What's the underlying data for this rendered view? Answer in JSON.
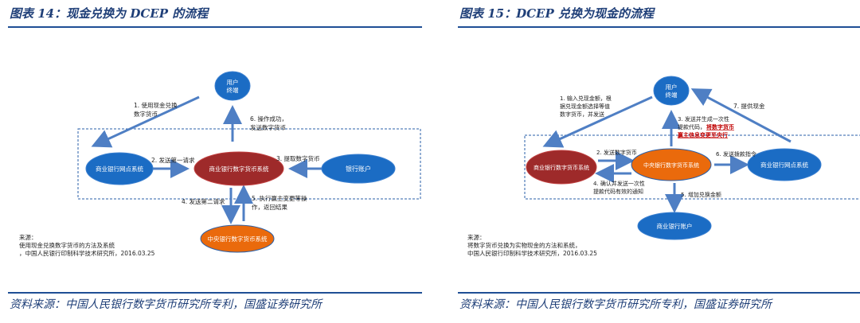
{
  "left": {
    "title": "图表 14：现金兑换为 DCEP 的流程",
    "source": "资料来源：中国人民银行数字货币研究所专利，国盛证券研究所",
    "nodes": {
      "user": "用户\n终端",
      "commercial_bank": "商业银行网点系统",
      "commercial_dc": "商业银行数字货币系统",
      "bank_account": "银行账户",
      "central_dc": "中央银行数字货币系统"
    },
    "steps": {
      "s1": "1. 使用现金兑换\n数字货币",
      "s2": "2. 发送第一请求",
      "s3": "3. 提取数字货币",
      "s4": "4. 发送第二请求",
      "s5": "5. 执行赢主变更等操\n作，返回结果",
      "s6": "6. 操作成功，\n发送数字货币"
    },
    "note": "来源：\n使用现金兑换数字货币的方法及系统\n，中国人民银行印制科学技术研究所，2016.03.25"
  },
  "right": {
    "title": "图表 15：DCEP 兑换为现金的流程",
    "source": "资料来源：中国人民银行数字货币研究所专利，国盛证券研究所",
    "nodes": {
      "user": "用户\n终端",
      "commercial_dc": "商业银行数字货币系统",
      "central_dc": "中央银行数字货币系统",
      "commercial_bank": "商业银行网点系统",
      "commercial_account": "商业银行账户"
    },
    "steps": {
      "s1": "1. 输入兑现金额，根\n据兑现金额选择等值\n数字货币，并发送",
      "s2": "2. 发送数字货币",
      "s3": "3. 发送并生成一次性\n提款代码，",
      "s3_highlight": "将数字货币\n赢主信息变更至央行",
      "s4": "4. 确认并发送一次性\n提款代码有效的通知",
      "s5": "5. 增加兑换金额",
      "s6": "6. 发送拨款指令",
      "s7": "7. 提供现金"
    },
    "note": "来源：\n将数字货币兑换为实物现金的方法和系统，\n中国人民银行印制科学技术研究所，2016.03.25"
  },
  "colors": {
    "accent": "#1f3f78",
    "blue_node": "#1b6cc4",
    "red_node": "#9e2a2a",
    "orange_node": "#ea6a0c",
    "arrow": "#4f7fc4",
    "highlight": "#c00000"
  }
}
